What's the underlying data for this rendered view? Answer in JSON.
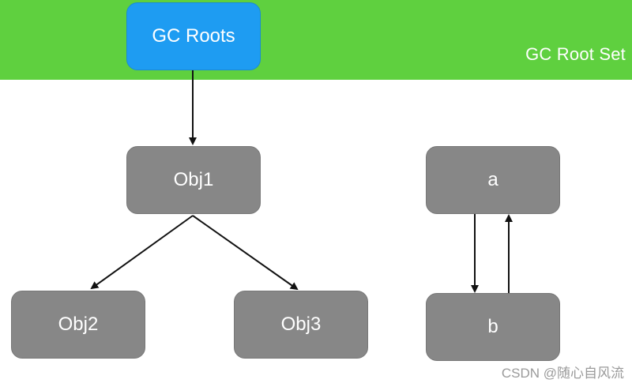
{
  "colors": {
    "band": "#5fd03f",
    "root_node": "#1e9cf2",
    "object_node": "#878787",
    "arrow": "#111111"
  },
  "root_set_label": "GC Root Set",
  "nodes": {
    "gc_roots": "GC Roots",
    "obj1": "Obj1",
    "obj2": "Obj2",
    "obj3": "Obj3",
    "a": "a",
    "b": "b"
  },
  "edges": [
    {
      "from": "gc_roots",
      "to": "obj1"
    },
    {
      "from": "obj1",
      "to": "obj2"
    },
    {
      "from": "obj1",
      "to": "obj3"
    },
    {
      "from": "a",
      "to": "b"
    },
    {
      "from": "b",
      "to": "a"
    }
  ],
  "watermark": "CSDN @随心自风流"
}
